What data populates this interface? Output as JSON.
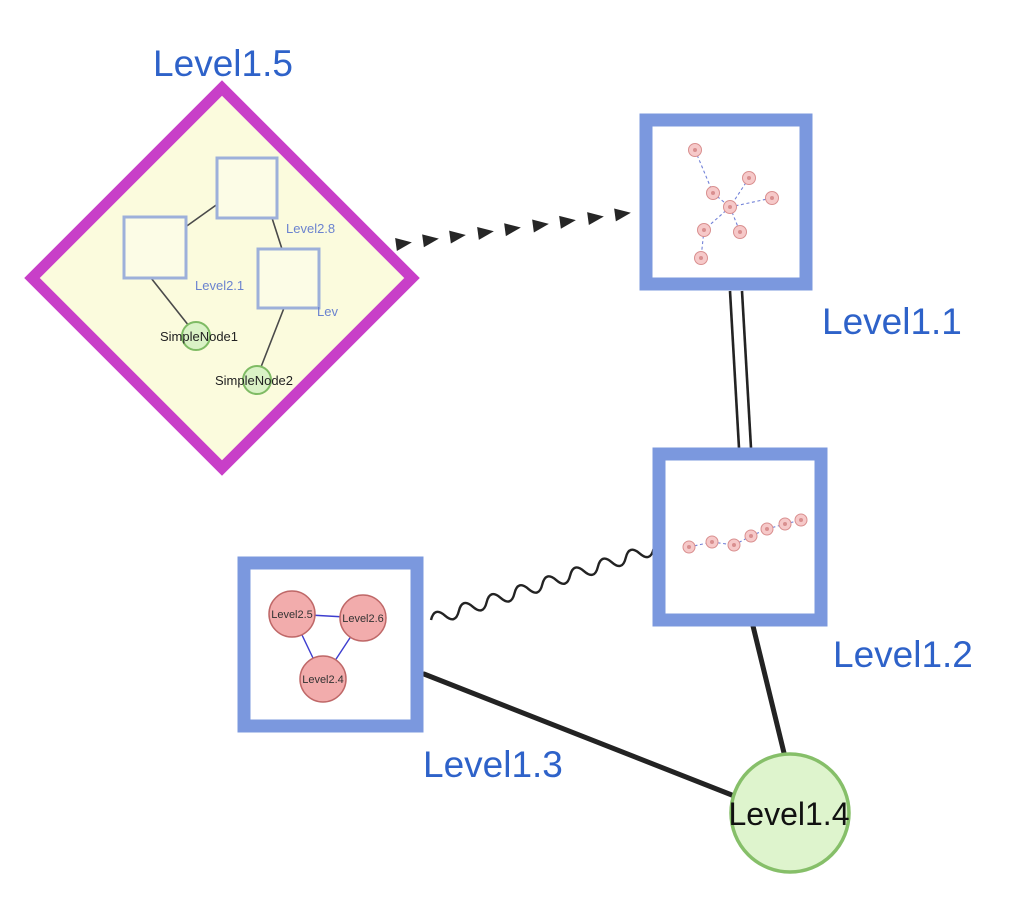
{
  "graph": {
    "top_labels": {
      "level15": "Level1.5",
      "level11": "Level1.1",
      "level12": "Level1.2",
      "level13": "Level1.3",
      "level14": "Level1.4"
    },
    "level15": {
      "square_top": "Level2.8",
      "square_left": "Level2.1",
      "square_right": "Lev",
      "node1": "SimpleNode1",
      "node2": "SimpleNode2"
    },
    "level13": {
      "c1": "Level2.5",
      "c2": "Level2.6",
      "c3": "Level2.4"
    },
    "edges": [
      {
        "from": "Level1.5",
        "to": "Level1.1",
        "style": "dashed-arrowheads"
      },
      {
        "from": "Level1.1",
        "to": "Level1.2",
        "style": "double-line"
      },
      {
        "from": "Level1.3",
        "to": "Level1.2",
        "style": "wavy"
      },
      {
        "from": "Level1.3",
        "to": "Level1.4",
        "style": "solid"
      },
      {
        "from": "Level1.2",
        "to": "Level1.4",
        "style": "solid"
      }
    ],
    "colors": {
      "label_blue": "#2e62c9",
      "diamond_stroke": "#c83fc8",
      "diamond_fill": "#fbfbdd",
      "group_box_stroke": "#7b98de",
      "green_node_fill": "#daf2c6",
      "green_node_stroke": "#7fbb64",
      "pink_node_fill": "#f2acac",
      "pink_node_stroke": "#bf6868",
      "edge_black": "#232323",
      "inner_edge_blue": "#3d3dcf",
      "mini_edge_dashed_blue": "#7282d8"
    }
  }
}
